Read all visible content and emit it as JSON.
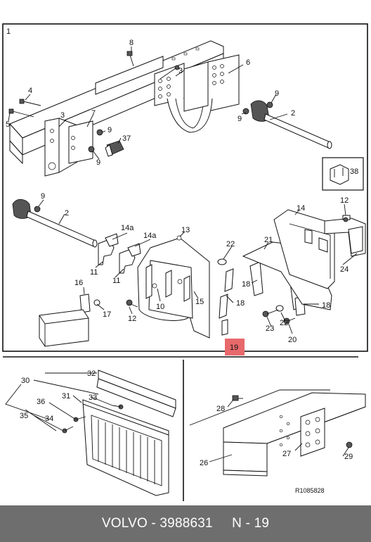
{
  "diagram": {
    "panel_number": "1",
    "callouts": {
      "c8": "8",
      "c3a": "3",
      "c6": "6",
      "c4": "4",
      "c5": "5",
      "c3b": "3",
      "c7": "7",
      "c9a": "9",
      "c9b": "9",
      "c9c": "9",
      "c9d": "9",
      "c9e": "9",
      "c37": "37",
      "c2a": "2",
      "c2b": "2",
      "c38": "38",
      "c12a": "12",
      "c14": "14",
      "c14a1": "14a",
      "c14a2": "14a",
      "c13": "13",
      "c22a": "22",
      "c21": "21",
      "c11a": "11",
      "c11b": "11",
      "c16": "16",
      "c10": "10",
      "c15": "15",
      "c18a": "18",
      "c18b": "18",
      "c18c": "18",
      "c24": "24",
      "c17": "17",
      "c12b": "12",
      "c23": "23",
      "c22b": "22",
      "c20": "20",
      "c19": "19",
      "c30": "30",
      "c32": "32",
      "c31": "31",
      "c36": "36",
      "c33": "33",
      "c35": "35",
      "c34": "34",
      "c28": "28",
      "c26": "26",
      "c27": "27",
      "c29": "29"
    },
    "highlight_color": "#e8696b",
    "reference_code": "R1085828"
  },
  "footer": {
    "text": "VOLVO - 3988631     N - 19",
    "background": "#6e6e6e"
  }
}
